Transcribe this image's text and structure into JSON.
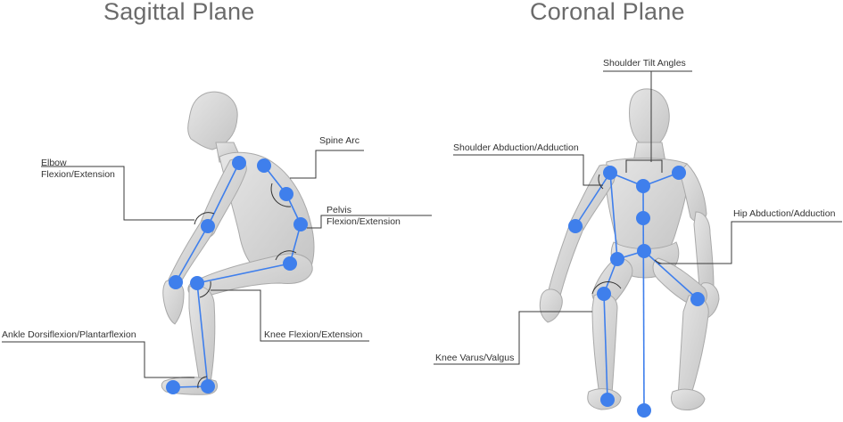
{
  "panels": {
    "sagittal": {
      "title": "Sagittal Plane",
      "labels": {
        "elbow_line1": "Elbow",
        "elbow_line2": "Flexion/Extension",
        "spine": "Spine Arc",
        "pelvis_line1": "Pelvis",
        "pelvis_line2": "Flexion/Extension",
        "knee": "Knee Flexion/Extension",
        "ankle": "Ankle Dorsiflexion/Plantarflexion"
      }
    },
    "coronal": {
      "title": "Coronal Plane",
      "labels": {
        "shoulder_tilt": "Shoulder Tilt Angles",
        "shoulder_abduction": "Shoulder Abduction/Adduction",
        "hip_abduction": "Hip Abduction/Adduction",
        "knee_varus": "Knee Varus/Valgus"
      }
    }
  },
  "colors": {
    "joint": "#3f7fec",
    "skeleton": "#3f7fec",
    "body": "#d4d4d4",
    "body_outline": "#a9a9a9",
    "leader": "#3a3a3a",
    "title": "#6b6b6b"
  }
}
